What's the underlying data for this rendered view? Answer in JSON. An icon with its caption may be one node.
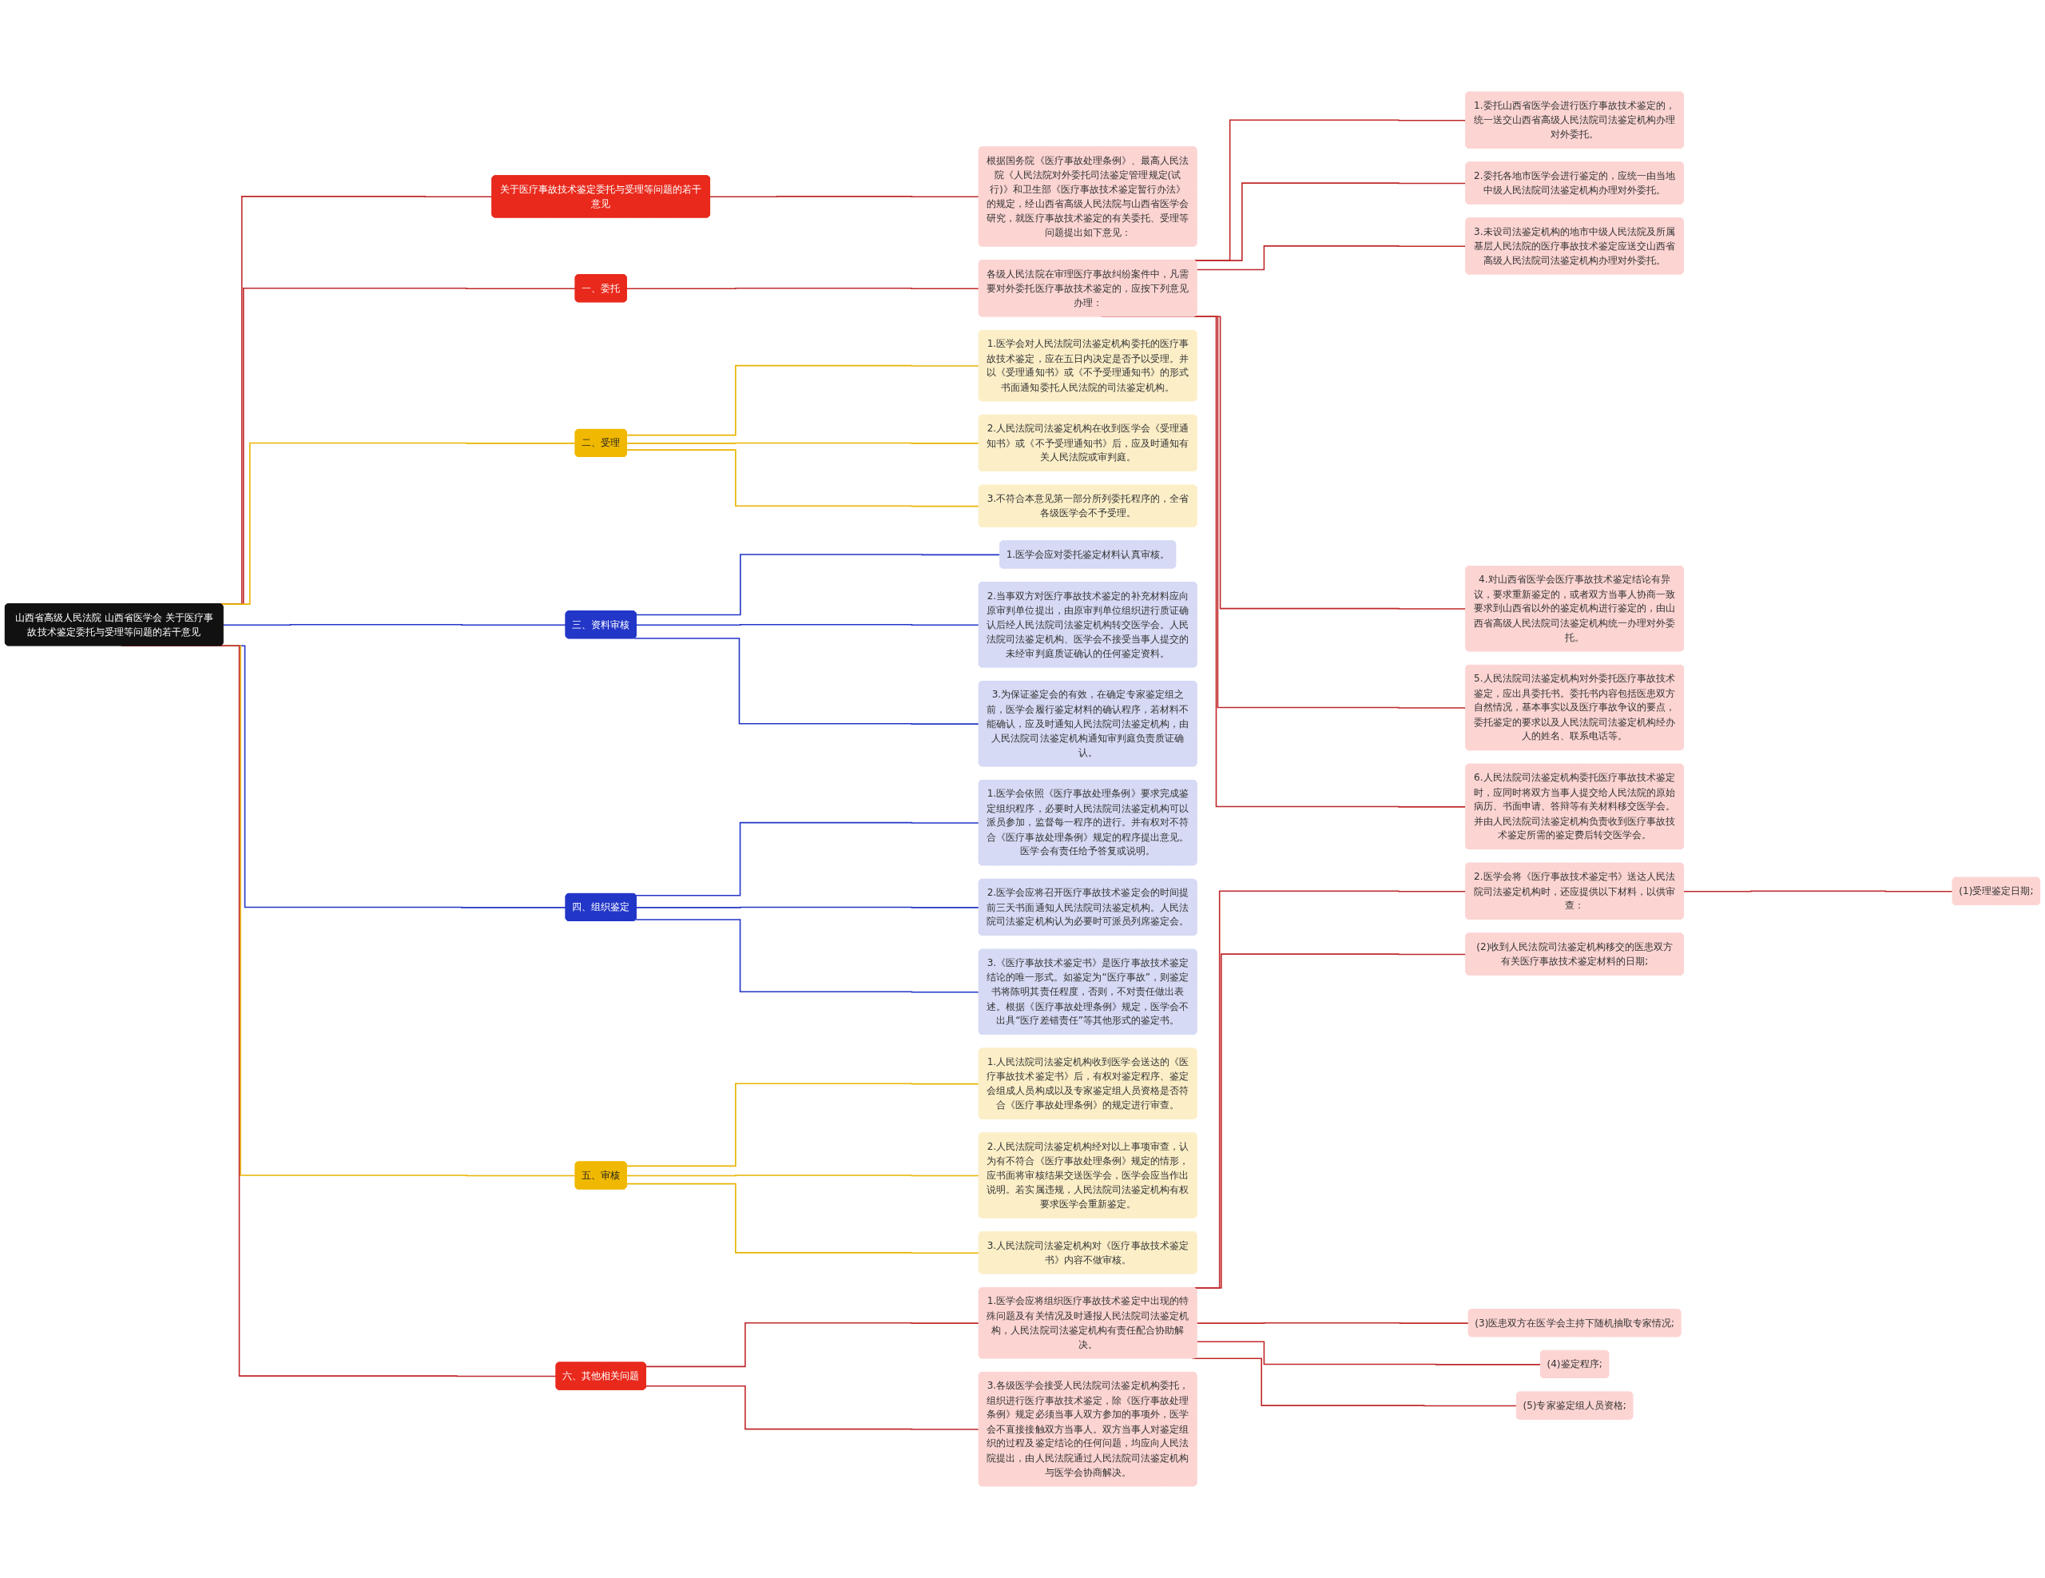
{
  "diagram": {
    "nodes": [
      {
        "text": [
          "山西省高级人民法院 山西省医学会 关于医疗事故技术鉴定委托与受理等问题的若干意见"
        ]
      },
      {
        "text": [
          "关于医疗事故技术鉴定委托与受理等问题的若干意见"
        ]
      },
      {
        "text": [
          "根据国务院《医疗事故处理条例》、最高人民法院《人民法院对外委托司法鉴定管理规定(试行)》和卫生部《医疗事故技术鉴定暂行办法》的规定，经山西省高级人民法院与山西省医学会研究，就医疗事故技术鉴定的有关委托、受理等问题提出如下意见："
        ]
      },
      {
        "text": [
          "一、委托"
        ]
      },
      {
        "text": [
          "各级人民法院在审理医疗事故纠纷案件中，凡需要对外委托医疗事故技术鉴定的，应按下列意见办理："
        ]
      },
      {
        "text": [
          "1.委托山西省医学会进行医疗事故技术鉴定的，统一送交山西省高级人民法院司法鉴定机构办理对外委托。"
        ]
      },
      {
        "text": [
          "2.委托各地市医学会进行鉴定的，应统一由当地中级人民法院司法鉴定机构办理对外委托。"
        ]
      },
      {
        "text": [
          "3.未设司法鉴定机构的地市中级人民法院及所属基层人民法院的医疗事故技术鉴定应送交山西省高级人民法院司法鉴定机构办理对外委托。"
        ]
      },
      {
        "text": [
          "4.对山西省医学会医疗事故技术鉴定结论有异议，要求重新鉴定的，或者双方当事人协商一致要求到山西省以外的鉴定机构进行鉴定的，由山西省高级人民法院司法鉴定机构统一办理对外委托。"
        ]
      },
      {
        "text": [
          "5.人民法院司法鉴定机构对外委托医疗事故技术鉴定，应出具委托书。委托书内容包括医患双方自然情况，基本事实以及医疗事故争议的要点，委托鉴定的要求以及人民法院司法鉴定机构经办人的姓名、联系电话等。"
        ]
      },
      {
        "text": [
          "6.人民法院司法鉴定机构委托医疗事故技术鉴定时，应同时将双方当事人提交给人民法院的原始病历、书面申请、答辩等有关材料移交医学会。并由人民法院司法鉴定机构负责收到医疗事故技术鉴定所需的鉴定费后转交医学会。"
        ]
      },
      {
        "text": [
          "二、受理"
        ]
      },
      {
        "text": [
          "1.医学会对人民法院司法鉴定机构委托的医疗事故技术鉴定，应在五日内决定是否予以受理。并以《受理通知书》或《不予受理通知书》的形式书面通知委托人民法院的司法鉴定机构。"
        ]
      },
      {
        "text": [
          "2.人民法院司法鉴定机构在收到医学会《受理通知书》或《不予受理通知书》后，应及时通知有关人民法院或审判庭。"
        ]
      },
      {
        "text": [
          "3.不符合本意见第一部分所列委托程序的，全省各级医学会不予受理。"
        ]
      },
      {
        "text": [
          "三、资料审核"
        ]
      },
      {
        "text": [
          "1.医学会应对委托鉴定材料认真审核。"
        ]
      },
      {
        "text": [
          "2.当事双方对医疗事故技术鉴定的补充材料应向原审判单位提出，由原审判单位组织进行质证确认后经人民法院司法鉴定机构转交医学会。人民法院司法鉴定机构、医学会不接受当事人提交的未经审判庭质证确认的任何鉴定资料。"
        ]
      },
      {
        "text": [
          "3.为保证鉴定会的有效，在确定专家鉴定组之前，医学会履行鉴定材料的确认程序，若材料不能确认，应及时通知人民法院司法鉴定机构，由人民法院司法鉴定机构通知审判庭负责质证确认。"
        ]
      },
      {
        "text": [
          "四、组织鉴定"
        ]
      },
      {
        "text": [
          "1.医学会依照《医疗事故处理条例》要求完成鉴定组织程序，必要时人民法院司法鉴定机构可以派员参加，监督每一程序的进行。并有权对不符合《医疗事故处理条例》规定的程序提出意见。医学会有责任给予答复或说明。"
        ]
      },
      {
        "text": [
          "2.医学会应将召开医疗事故技术鉴定会的时间提前三天书面通知人民法院司法鉴定机构。人民法院司法鉴定机构认为必要时可派员列席鉴定会。"
        ]
      },
      {
        "text": [
          "3.《医疗事故技术鉴定书》是医疗事故技术鉴定结论的唯一形式。如鉴定为“医疗事故”，则鉴定书将陈明其责任程度，否则，不对责任做出表述。根据《医疗事故处理条例》规定，医学会不出具“医疗差错责任”等其他形式的鉴定书。"
        ]
      },
      {
        "text": [
          "五、审核"
        ]
      },
      {
        "text": [
          "1.人民法院司法鉴定机构收到医学会送达的《医疗事故技术鉴定书》后，有权对鉴定程序、鉴定会组成人员构成以及专家鉴定组人员资格是否符合《医疗事故处理条例》的规定进行审查。"
        ]
      },
      {
        "text": [
          "2.人民法院司法鉴定机构经对以上事项审查，认为有不符合《医疗事故处理条例》规定的情形，应书面将审核结果交送医学会，医学会应当作出说明。若实属违规，人民法院司法鉴定机构有权要求医学会重新鉴定。"
        ]
      },
      {
        "text": [
          "3.人民法院司法鉴定机构对《医疗事故技术鉴定书》内容不做审核。"
        ]
      },
      {
        "text": [
          "六、其他相关问题"
        ]
      },
      {
        "text": [
          "1.医学会应将组织医疗事故技术鉴定中出现的特殊问题及有关情况及时通报人民法院司法鉴定机构，人民法院司法鉴定机构有责任配合协助解决。"
        ]
      },
      {
        "text": [
          "2.医学会将《医疗事故技术鉴定书》送达人民法院司法鉴定机构时，还应提供以下材料，以供审查："
        ]
      },
      {
        "text": [
          "(1)受理鉴定日期;"
        ]
      },
      {
        "text": [
          "(2)收到人民法院司法鉴定机构移交的医患双方有关医疗事故技术鉴定材料的日期;"
        ]
      },
      {
        "text": [
          "(3)医患双方在医学会主持下随机抽取专家情况;"
        ]
      },
      {
        "text": [
          "(4)鉴定程序;"
        ]
      },
      {
        "text": [
          "(5)专家鉴定组人员资格;"
        ]
      },
      {
        "text": [
          "3.各级医学会接受人民法院司法鉴定机构委托，组织进行医疗事故技术鉴定，除《医疗事故处理条例》规定必须当事人双方参加的事项外，医学会不直接接触双方当事人。双方当事人对鉴定组织的过程及鉴定结论的任何问题，均应向人民法院提出，由人民法院通过人民法院司法鉴定机构与医学会协商解决。"
        ]
      }
    ],
    "edges": [
      {
        "from": 0,
        "to": 1,
        "arrow": "none"
      },
      {
        "from": 1,
        "to": 2,
        "arrow": "none"
      },
      {
        "from": 0,
        "to": 3,
        "arrow": "none"
      },
      {
        "from": 3,
        "to": 4,
        "arrow": "none"
      },
      {
        "from": 4,
        "to": 5,
        "arrow": "none"
      },
      {
        "from": 4,
        "to": 6,
        "arrow": "none"
      },
      {
        "from": 4,
        "to": 7,
        "arrow": "none"
      },
      {
        "from": 4,
        "to": 8,
        "arrow": "none"
      },
      {
        "from": 4,
        "to": 9,
        "arrow": "none"
      },
      {
        "from": 4,
        "to": 10,
        "arrow": "none"
      },
      {
        "from": 0,
        "to": 11,
        "arrow": "none",
        "color": "#e8b400"
      },
      {
        "from": 11,
        "to": 12,
        "arrow": "none",
        "color": "#e8b400"
      },
      {
        "from": 11,
        "to": 13,
        "arrow": "none",
        "color": "#e8b400"
      },
      {
        "from": 11,
        "to": 14,
        "arrow": "none",
        "color": "#e8b400"
      },
      {
        "from": 0,
        "to": 15,
        "arrow": "none",
        "color": "#2236c8"
      },
      {
        "from": 15,
        "to": 16,
        "arrow": "none",
        "color": "#2236c8"
      },
      {
        "from": 15,
        "to": 17,
        "arrow": "none",
        "color": "#2236c8"
      },
      {
        "from": 15,
        "to": 18,
        "arrow": "none",
        "color": "#2236c8"
      },
      {
        "from": 0,
        "to": 19,
        "arrow": "none",
        "color": "#2236c8"
      },
      {
        "from": 19,
        "to": 20,
        "arrow": "none",
        "color": "#2236c8"
      },
      {
        "from": 19,
        "to": 21,
        "arrow": "none",
        "color": "#2236c8"
      },
      {
        "from": 19,
        "to": 22,
        "arrow": "none",
        "color": "#2236c8"
      },
      {
        "from": 0,
        "to": 23,
        "arrow": "none",
        "color": "#e8b400"
      },
      {
        "from": 23,
        "to": 24,
        "arrow": "none",
        "color": "#e8b400"
      },
      {
        "from": 23,
        "to": 25,
        "arrow": "none",
        "color": "#e8b400"
      },
      {
        "from": 23,
        "to": 26,
        "arrow": "none",
        "color": "#e8b400"
      },
      {
        "from": 0,
        "to": 27,
        "arrow": "none"
      },
      {
        "from": 27,
        "to": 28,
        "arrow": "none"
      },
      {
        "from": 28,
        "to": 29,
        "arrow": "none"
      },
      {
        "from": 29,
        "to": 30,
        "arrow": "none"
      },
      {
        "from": 28,
        "to": 31,
        "arrow": "none"
      },
      {
        "from": 28,
        "to": 32,
        "arrow": "none"
      },
      {
        "from": 28,
        "to": 33,
        "arrow": "none"
      },
      {
        "from": 28,
        "to": 34,
        "arrow": "none"
      },
      {
        "from": 27,
        "to": 35,
        "arrow": "none"
      }
    ]
  }
}
